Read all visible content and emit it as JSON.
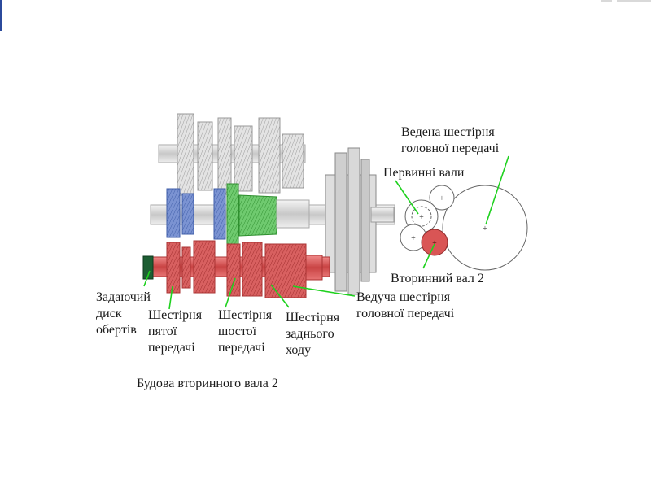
{
  "diagram": {
    "caption": "Будова вторинного вала 2",
    "labels": {
      "driven_gear": "Ведена шестірня\nголовної передачі",
      "primary_shafts": "Первинні вали",
      "secondary_shaft": "Вторинний вал 2",
      "drive_gear": "Ведуча шестірня\nголовної передачі",
      "speed_disk": "Задаючий\nдиск\nобертів",
      "gear_fifth": "Шестірня\nпятої\nпередачі",
      "gear_sixth": "Шестірня\nшостої\nпередачі",
      "gear_reverse": "Шестірня\nзаднього\nходу"
    },
    "colors": {
      "leader_line": "#1fd11f",
      "secondary_shaft_red": "#d95555",
      "secondary_shaft_dark": "#b53a3a",
      "fifth_gear_blue": "#6b86c9",
      "sixth_gear_green": "#5cbf5c",
      "housing_grey": "#cfcfcf",
      "speed_disk_green": "#1d5e33"
    }
  }
}
